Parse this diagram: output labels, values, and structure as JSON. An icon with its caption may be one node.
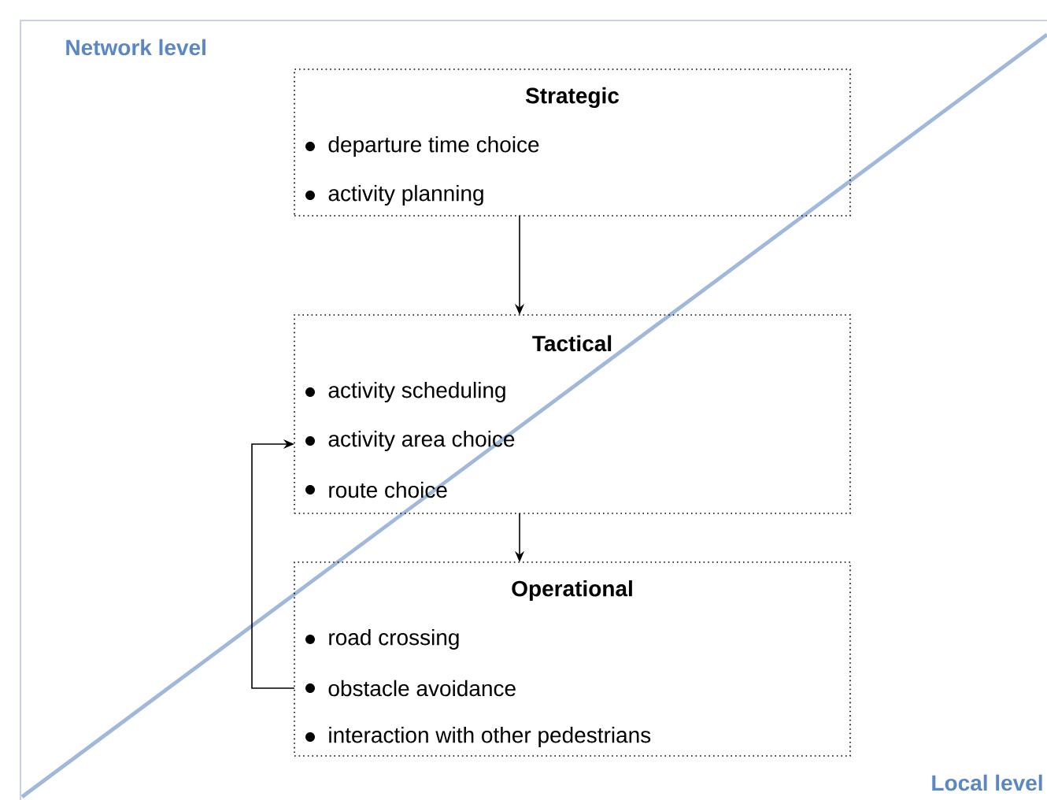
{
  "diagram": {
    "nodes": [
      {
        "text": [
          "Strategic",
          "departure time choice",
          "activity planning"
        ]
      },
      {
        "text": [
          "Tactical",
          "activity scheduling",
          "activity area choice",
          "route choice"
        ]
      },
      {
        "text": [
          "Operational",
          "road crossing",
          "obstacle avoidance",
          "interaction with other pedestrians"
        ]
      }
    ],
    "edges": [
      {
        "from": 0,
        "to": 1,
        "arrow": "to"
      },
      {
        "from": 1,
        "to": 2,
        "arrow": "to"
      },
      {
        "from": 2,
        "to": 1,
        "arrow": "to"
      }
    ],
    "labels": [
      "Network level",
      "Local level"
    ]
  }
}
